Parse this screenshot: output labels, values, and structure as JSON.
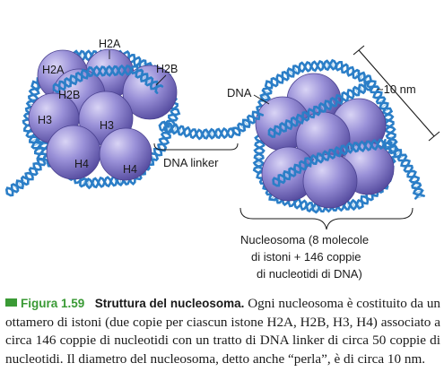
{
  "labels": {
    "h2a_top": "H2A",
    "h2a_left": "H2A",
    "h2b_left": "H2B",
    "h2b_right": "H2B",
    "h3_left": "H3",
    "h3_center": "H3",
    "h4_left": "H4",
    "h4_right": "H4",
    "dna": "DNA",
    "dna_linker": "DNA linker",
    "size": "~10 nm",
    "nucleosome_line1": "Nucleosoma (8 molecole",
    "nucleosome_line2": "di istoni + 146 coppie",
    "nucleosome_line3": "di nucleotidi di DNA)"
  },
  "caption": {
    "figure_label": "Figura 1.59",
    "title": "Struttura del nucleosoma.",
    "text": "Ogni nucleosoma è costituito da un ottamero di istoni (due copie per ciascun istone H2A, H2B, H3, H4) associato a circa 146 coppie di nucleotidi con un tratto di DNA linker di circa 50 coppie di nucleotidi. Il diametro del nucleosoma, detto anche “perla”, è di circa 10 nm."
  },
  "colors": {
    "histone": "#8a82cc",
    "histone_edge": "#4a4290",
    "dna_strand": "#2b7ec7",
    "dna_rung": "#8cc3ea",
    "accent_green": "#3a9a35"
  }
}
